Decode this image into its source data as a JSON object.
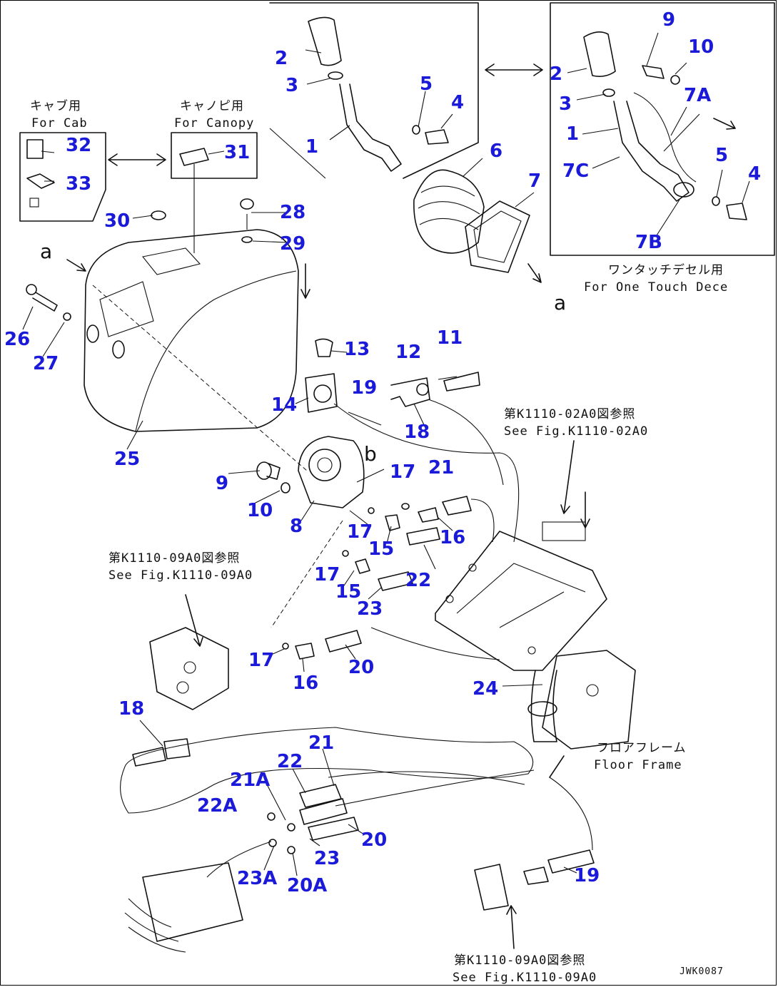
{
  "callouts": {
    "c1": "1",
    "c2": "2",
    "c3": "3",
    "c4": "4",
    "c5": "5",
    "c6": "6",
    "c7": "7",
    "c8": "8",
    "c9": "9",
    "c10": "10",
    "c11": "11",
    "c12": "12",
    "c13": "13",
    "c14": "14",
    "c15": "15",
    "c16": "16",
    "c17": "17",
    "c18": "18",
    "c19": "19",
    "c20": "20",
    "c21": "21",
    "c22": "22",
    "c23": "23",
    "c24": "24",
    "c25": "25",
    "c26": "26",
    "c27": "27",
    "c28": "28",
    "c29": "29",
    "c30": "30",
    "c31": "31",
    "c32": "32",
    "c33": "33",
    "c7A": "7A",
    "c7B": "7B",
    "c7C": "7C",
    "c20A": "20A",
    "c21A": "21A",
    "c22A": "22A",
    "c23A": "23A"
  },
  "notes": {
    "cab_jp": "キャブ用",
    "cab_en": "For Cab",
    "canopy_jp": "キャノピ用",
    "canopy_en": "For Canopy",
    "onetouch_jp": "ワンタッチデセル用",
    "onetouch_en": "For One Touch Dece",
    "ref_02a0_jp": "第K1110-02A0図参照",
    "ref_02a0_en": "See Fig.K1110-02A0",
    "ref_09a0_jp": "第K1110-09A0図参照",
    "ref_09a0_en": "See Fig.K1110-09A0",
    "ref_09a0b_jp": "第K1110-09A0図参照",
    "ref_09a0b_en": "See Fig.K1110-09A0",
    "floor_jp": "フロアフレーム",
    "floor_en": "Floor Frame",
    "drawing_no": "JWK0087",
    "letter_a1": "a",
    "letter_a2": "a",
    "letter_b": "b"
  },
  "colors": {
    "callout": "#1a1ad8",
    "line": "#111111"
  }
}
